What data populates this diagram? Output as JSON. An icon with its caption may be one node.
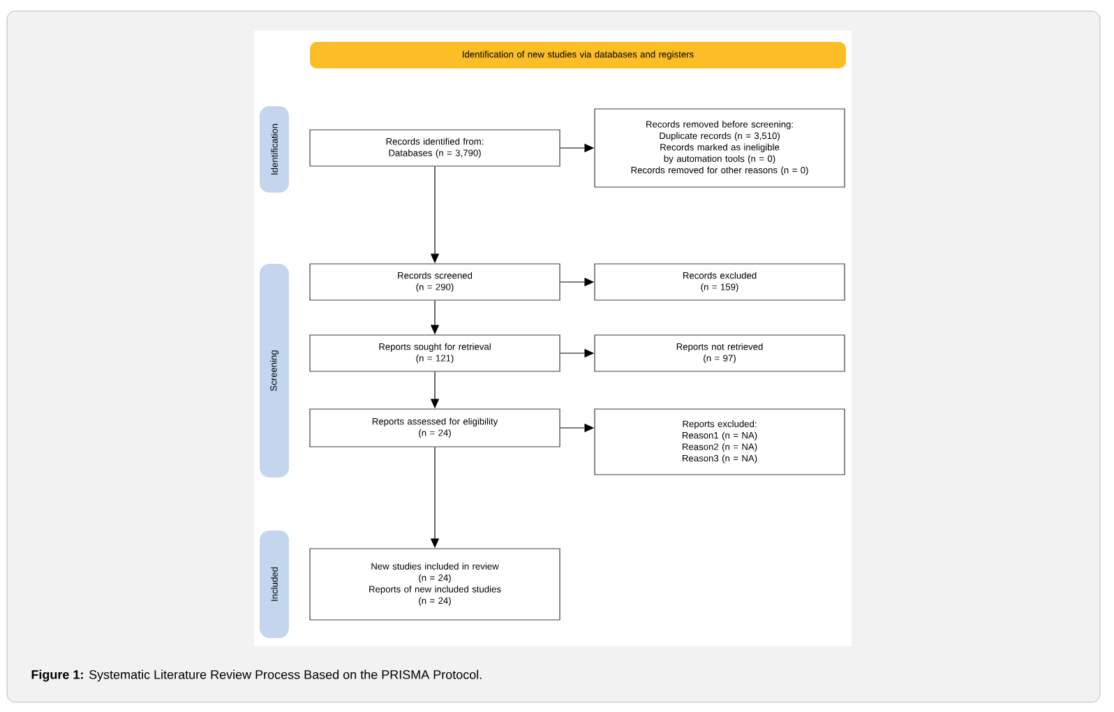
{
  "diagram": {
    "caption": "**Figure 1:** Systematic Literature Review Process Based on the PRISMA Protocol.",
    "nodes": [
      {
        "text": [
          "Identification of new studies via databases and registers"
        ]
      },
      {
        "text": [
          "Identification"
        ]
      },
      {
        "text": [
          "Records identified from:",
          "Databases (n = 3,790)"
        ]
      },
      {
        "text": [
          "Records removed before screening:",
          "Duplicate records (n = 3,510)",
          "Records marked as ineligible by automation tools (n = 0)",
          "Records removed for other reasons (n = 0)"
        ]
      },
      {
        "text": [
          "Screening"
        ]
      },
      {
        "text": [
          "Records screened",
          "(n = 290)"
        ]
      },
      {
        "text": [
          "Records excluded",
          "(n = 159)"
        ]
      },
      {
        "text": [
          "Reports sought for retrieval",
          "(n = 121)"
        ]
      },
      {
        "text": [
          "Reports not retrieved",
          "(n = 97)"
        ]
      },
      {
        "text": [
          "Reports assessed for eligibility",
          "(n = 24)"
        ]
      },
      {
        "text": [
          "Reports excluded:",
          "Reason1 (n = NA)",
          "Reason2 (n = NA)",
          "Reason3 (n = NA)"
        ]
      },
      {
        "text": [
          "Included"
        ]
      },
      {
        "text": [
          "New studies included in review",
          "(n = 24)",
          "Reports of new included studies",
          "(n = 24)"
        ]
      }
    ],
    "edges": [
      {
        "from": 2,
        "to": 3,
        "arrow": "to"
      },
      {
        "from": 2,
        "to": 5,
        "arrow": "to"
      },
      {
        "from": 5,
        "to": 6,
        "arrow": "to"
      },
      {
        "from": 5,
        "to": 7,
        "arrow": "to"
      },
      {
        "from": 7,
        "to": 8,
        "arrow": "to"
      },
      {
        "from": 7,
        "to": 9,
        "arrow": "to"
      },
      {
        "from": 9,
        "to": 10,
        "arrow": "to"
      },
      {
        "from": 9,
        "to": 12,
        "arrow": "to"
      }
    ]
  }
}
